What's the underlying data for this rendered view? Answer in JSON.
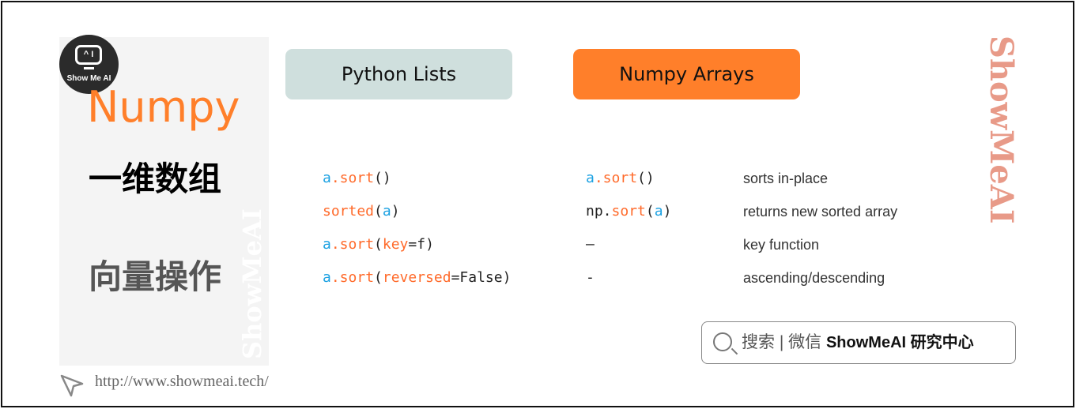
{
  "logo": {
    "text": "Show Me AI",
    "tv_glyph": "^ I"
  },
  "left_panel": {
    "title": "Numpy",
    "subtitle1": "一维数组",
    "subtitle2": "向量操作",
    "watermark": "ShowMeAI"
  },
  "footer": {
    "url": "http://www.showmeai.tech/"
  },
  "headers": {
    "python": "Python Lists",
    "numpy": "Numpy Arrays"
  },
  "colors": {
    "orange": "#ff7f2a",
    "blue": "#1ba1e2",
    "python_header": "#cfdfdd"
  },
  "rows": [
    {
      "list": [
        [
          "a",
          "b"
        ],
        [
          ".sort",
          "o"
        ],
        [
          "()",
          "k"
        ]
      ],
      "numpy": [
        [
          "a",
          "b"
        ],
        [
          ".sort",
          "o"
        ],
        [
          "()",
          "k"
        ]
      ],
      "desc": "sorts in-place"
    },
    {
      "list": [
        [
          "sorted",
          "o"
        ],
        [
          "(",
          "k"
        ],
        [
          "a",
          "b"
        ],
        [
          ")",
          "k"
        ]
      ],
      "numpy": [
        [
          "np.",
          "k"
        ],
        [
          "sort",
          "o"
        ],
        [
          "(",
          "k"
        ],
        [
          "a",
          "b"
        ],
        [
          ")",
          "k"
        ]
      ],
      "desc": "returns new sorted array"
    },
    {
      "list": [
        [
          "a",
          "b"
        ],
        [
          ".sort",
          "o"
        ],
        [
          "(",
          "k"
        ],
        [
          "key",
          "o"
        ],
        [
          "=f)",
          "k"
        ]
      ],
      "numpy": [
        [
          "–",
          "k"
        ]
      ],
      "desc": "key function"
    },
    {
      "list": [
        [
          "a",
          "b"
        ],
        [
          ".sort",
          "o"
        ],
        [
          "(",
          "k"
        ],
        [
          "reversed",
          "o"
        ],
        [
          "=False)",
          "k"
        ]
      ],
      "numpy": [
        [
          "-",
          "k"
        ]
      ],
      "desc": "ascending/descending"
    }
  ],
  "right_watermark": "ShowMeAI",
  "search": {
    "prefix": "搜索 | 微信",
    "brand": "ShowMeAI 研究中心"
  }
}
